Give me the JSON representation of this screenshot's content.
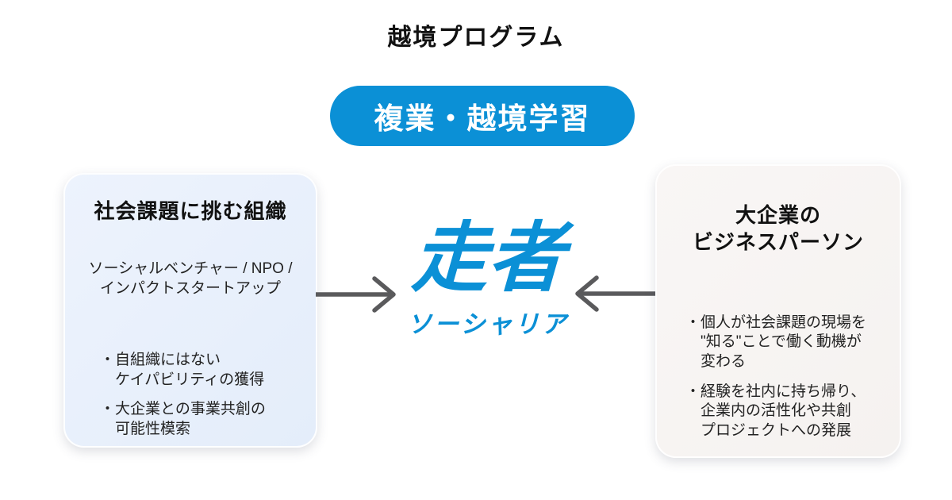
{
  "header": {
    "title": "越境プログラム",
    "badge_label": "複業・越境学習"
  },
  "bullet_char": "・",
  "left_card": {
    "heading": "社会課題に挑む組織",
    "subheading": "ソーシャルベンチャー / NPO /\nインパクトスタートアップ",
    "bullets": [
      "自組織にはない\nケイパビリティの獲得",
      "大企業との事業共創の\n可能性模索"
    ]
  },
  "center": {
    "logo_main": "走者",
    "logo_sub": "ソーシャリア"
  },
  "right_card": {
    "heading": "大企業の\nビジネスパーソン",
    "bullets": [
      "個人が社会課題の現場を\n\"知る\"ことで働く動機が\n変わる",
      "経験を社内に持ち帰り、\n企業内の活性化や共創\nプロジェクトへの発展"
    ]
  },
  "colors": {
    "accent_blue": "#0b90d6",
    "arrow_gray": "#5a5a5c",
    "left_card_bg": "#e7eefb",
    "right_card_bg": "#f7f4f2",
    "badge_text": "#ffffff",
    "text": "#1a1a1a"
  }
}
